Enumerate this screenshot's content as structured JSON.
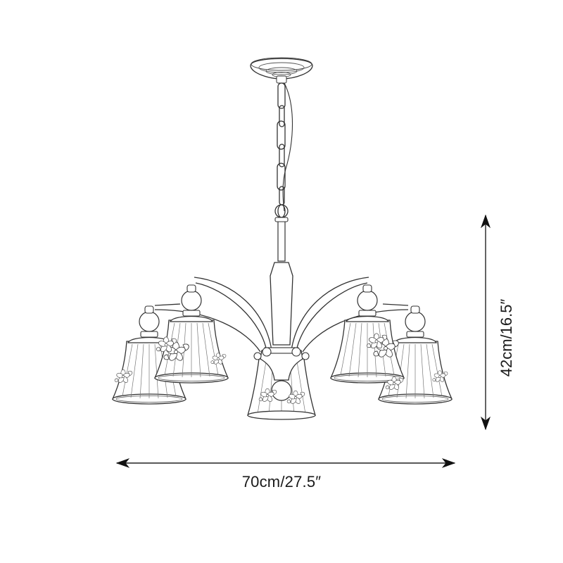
{
  "diagram": {
    "subject": "five-arm chandelier line drawing with bell-shaped fluted shades and floral decorations",
    "components": {
      "canopy": "ceiling canopy",
      "chain": "suspension chain",
      "stem": "center stem",
      "arms": 4,
      "shades": 5
    },
    "dimensions": {
      "width_label": "70cm/27.5″",
      "height_label": "42cm/16.5″"
    },
    "colors": {
      "line": "#333333",
      "text": "#1a1a1a",
      "background": "#ffffff"
    }
  }
}
